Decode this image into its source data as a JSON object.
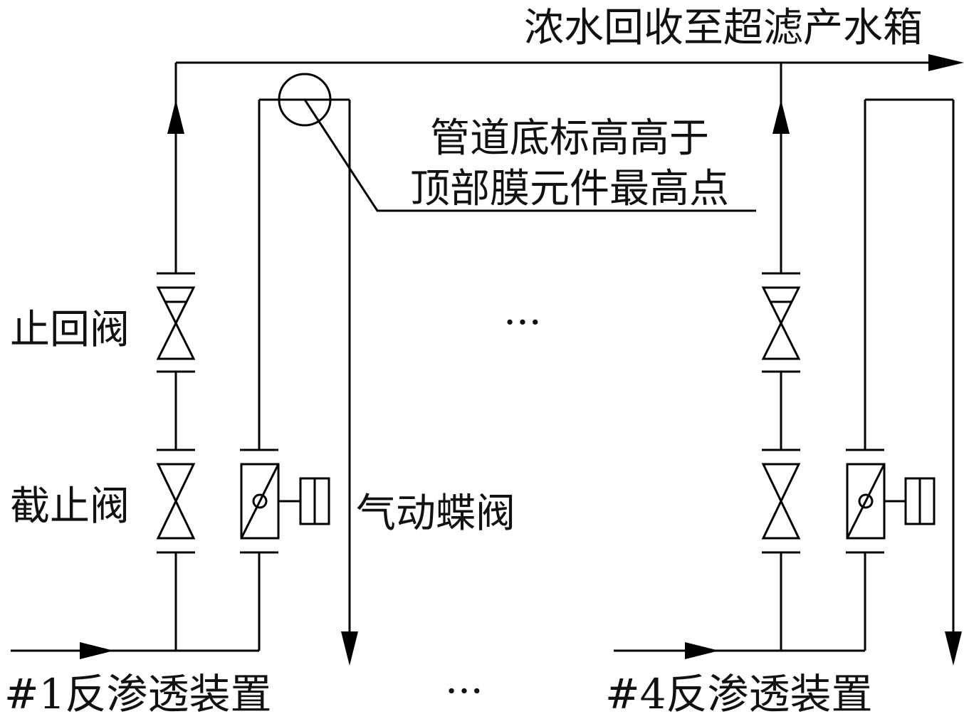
{
  "labels": {
    "concentrate_recovery": "浓水回收至超滤产水箱",
    "pipe_note_line1": "管道底标高高于",
    "pipe_note_line2": "顶部膜元件最高点",
    "check_valve": "止回阀",
    "stop_valve": "截止阀",
    "pneumatic_butterfly_valve": "气动蝶阀",
    "ellipsis_middle": "···",
    "ellipsis_bottom": "···",
    "unit_1": "#1反渗透装置",
    "unit_4": "#4反渗透装置"
  }
}
